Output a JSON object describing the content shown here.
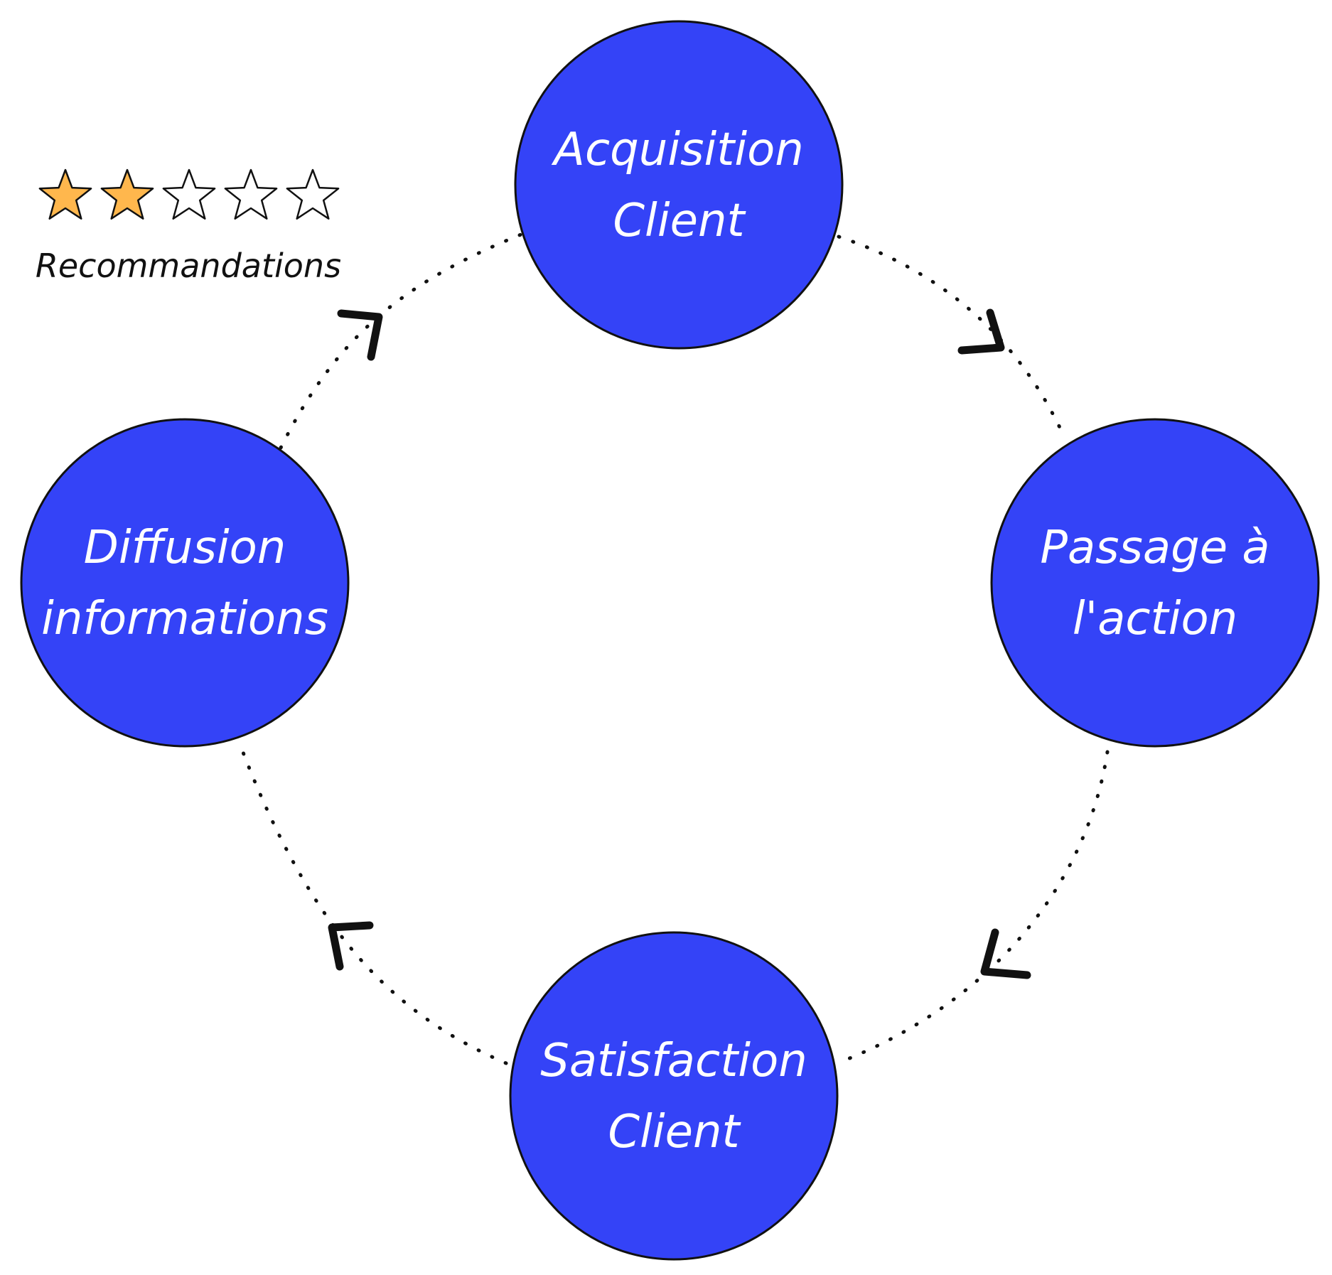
{
  "colors": {
    "node_fill": "#3443F7",
    "node_stroke": "#111111",
    "connector": "#111111",
    "star_filled": "#FFB74D",
    "star_empty": "#FFFFFF"
  },
  "nodes": [
    {
      "id": "acquisition",
      "lines": [
        "Acquisition",
        "Client"
      ]
    },
    {
      "id": "passage",
      "lines": [
        "Passage à",
        "l'action"
      ]
    },
    {
      "id": "satisfaction",
      "lines": [
        "Satisfaction",
        "Client"
      ]
    },
    {
      "id": "diffusion",
      "lines": [
        "Diffusion",
        "informations"
      ]
    }
  ],
  "edges": [
    {
      "from": "acquisition",
      "to": "passage"
    },
    {
      "from": "passage",
      "to": "satisfaction"
    },
    {
      "from": "satisfaction",
      "to": "diffusion"
    },
    {
      "from": "diffusion",
      "to": "acquisition"
    }
  ],
  "rating": {
    "stars_filled": 2,
    "stars_total": 5,
    "label": "Recommandations",
    "icon": "star-icon"
  }
}
